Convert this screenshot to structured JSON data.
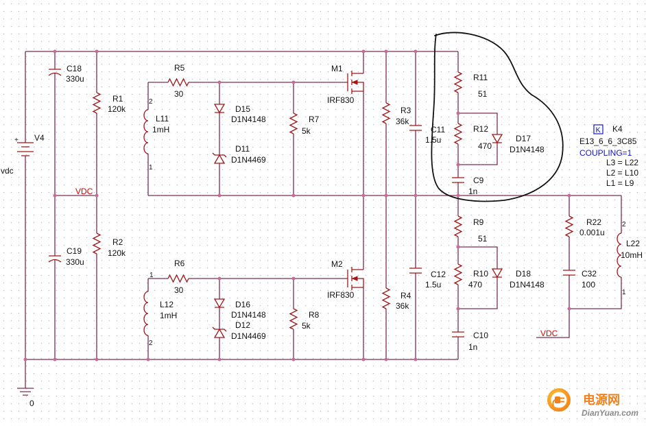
{
  "colors": {
    "wire": "#7b2d52",
    "part": "#a31515",
    "junction": "#c96b98",
    "text": "#111111",
    "net_label": "#e00000",
    "property": "#1414c8",
    "sketch": "#111111",
    "grid": "#b9bccc",
    "watermark": "#f0821e",
    "background": "#ffffff"
  },
  "schematic": {
    "ground": {
      "label": "0"
    },
    "net_labels": {
      "vdc_left": "VDC",
      "vdc_right": "VDC"
    },
    "parts": {
      "V4": {
        "ref": "V4",
        "value": "vdc",
        "polarity": "+"
      },
      "C18": {
        "ref": "C18",
        "value": "330u"
      },
      "C19": {
        "ref": "C19",
        "value": "330u"
      },
      "R1": {
        "ref": "R1",
        "value": "120k"
      },
      "R2": {
        "ref": "R2",
        "value": "120k"
      },
      "R5": {
        "ref": "R5",
        "value": "30"
      },
      "R6": {
        "ref": "R6",
        "value": "30"
      },
      "L11": {
        "ref": "L11",
        "value": "1mH",
        "pin_top": "2",
        "pin_bottom": "1"
      },
      "L12": {
        "ref": "L12",
        "value": "1mH",
        "pin_top": "1",
        "pin_bottom": "2"
      },
      "D15": {
        "ref": "D15",
        "value": "D1N4148"
      },
      "D11": {
        "ref": "D11",
        "value": "D1N4469"
      },
      "D16": {
        "ref": "D16",
        "value": "D1N4148"
      },
      "D12": {
        "ref": "D12",
        "value": "D1N4469"
      },
      "R7": {
        "ref": "R7",
        "value": "5k"
      },
      "R8": {
        "ref": "R8",
        "value": "5k"
      },
      "M1": {
        "ref": "M1",
        "value": "IRF830"
      },
      "M2": {
        "ref": "M2",
        "value": "IRF830"
      },
      "R3": {
        "ref": "R3",
        "value": "36k"
      },
      "R4": {
        "ref": "R4",
        "value": "36k"
      },
      "C11": {
        "ref": "C11",
        "value": "1.5u"
      },
      "C12": {
        "ref": "C12",
        "value": "1.5u"
      },
      "R11": {
        "ref": "R11",
        "value": "51"
      },
      "R12": {
        "ref": "R12",
        "value": "470"
      },
      "D17": {
        "ref": "D17",
        "value": "D1N4148"
      },
      "C9": {
        "ref": "C9",
        "value": "1n"
      },
      "R9": {
        "ref": "R9",
        "value": "51"
      },
      "R10": {
        "ref": "R10",
        "value": "470"
      },
      "D18": {
        "ref": "D18",
        "value": "D1N4148"
      },
      "C10": {
        "ref": "C10",
        "value": "1n"
      },
      "R22": {
        "ref": "R22",
        "value": "0.001u"
      },
      "C32": {
        "ref": "C32",
        "value": "100"
      },
      "L22": {
        "ref": "L22",
        "value": "10mH",
        "pin_top": "2",
        "pin_bottom": "1"
      },
      "K4": {
        "symbol": "K",
        "ref": "K4",
        "model": "E13_6_6_3C85",
        "coupling": "COUPLING=1",
        "inductors": [
          "L3 = L22",
          "L2 = L10",
          "L1 = L9"
        ]
      }
    }
  },
  "watermark": {
    "brand": "电源网",
    "site": "DianYuan.com",
    "icon": "plug-logo-icon"
  }
}
